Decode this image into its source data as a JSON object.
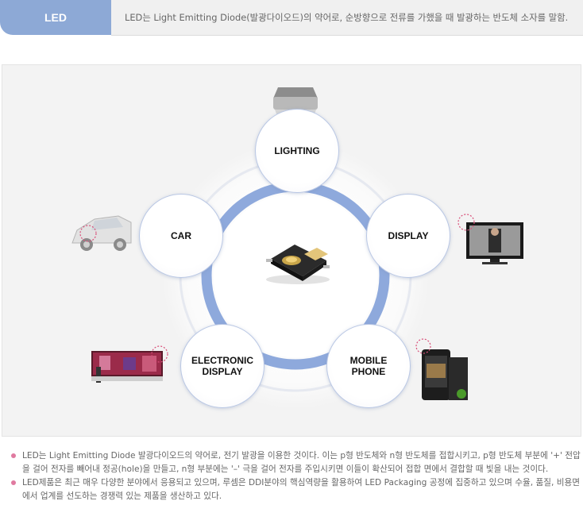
{
  "header": {
    "tab_label": "LED",
    "description": "LED는 Light Emitting Diode(발광다이오드)의 약어로, 순방향으로 전류를 가했을 때 발광하는 반도체 소자를 말함."
  },
  "diagram": {
    "nodes": [
      {
        "key": "lighting",
        "label": "LIGHTING"
      },
      {
        "key": "display",
        "label": "DISPLAY"
      },
      {
        "key": "mobile",
        "label": "MOBILE\nPHONE"
      },
      {
        "key": "edisplay",
        "label": "ELECTRONIC\nDISPLAY"
      },
      {
        "key": "car",
        "label": "CAR"
      }
    ],
    "center_image": "led-chip",
    "ring_color": "#8ea9dc"
  },
  "notes": [
    "LED는 Light Emitting Diode 발광다이오드의 약어로, 전기 발광을 이용한 것이다. 이는 p형 반도체와 n형 반도체를 접합시키고, p형 반도체 부분에 '+' 전압을 걸어 전자를 빼어내 정공(hole)을 만들고, n형 부분에는 '–' 극을 걸어 전자를 주입시키면 이들이 확산되어 접합 면에서 결합할 때 빛을 내는 것이다.",
    "LED제품은 최근 매우 다양한 분야에서 응용되고 있으며, 루셈은 DDI분야의 핵심역량을 활용하여 LED Packaging 공정에 집중하고 있으며 수율, 품질, 비용면에서 업계를 선도하는 경쟁력 있는 제품을 생산하고 있다."
  ],
  "colors": {
    "accent": "#8da9d6",
    "bullet": "#e07aa0"
  }
}
